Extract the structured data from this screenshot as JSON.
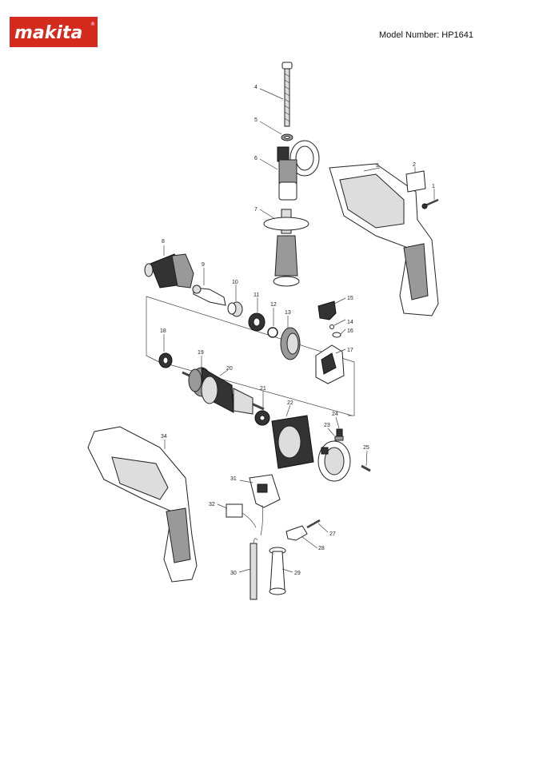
{
  "brand": {
    "name": "makita",
    "color": "#d52b1e"
  },
  "header": {
    "model_number": "Model Number: HP1641"
  },
  "parts": [
    {
      "label": "1"
    },
    {
      "label": "2"
    },
    {
      "label": "3"
    },
    {
      "label": "4"
    },
    {
      "label": "5"
    },
    {
      "label": "6"
    },
    {
      "label": "7"
    },
    {
      "label": "8"
    },
    {
      "label": "9"
    },
    {
      "label": "10"
    },
    {
      "label": "11"
    },
    {
      "label": "12"
    },
    {
      "label": "13"
    },
    {
      "label": "14"
    },
    {
      "label": "15"
    },
    {
      "label": "16"
    },
    {
      "label": "17"
    },
    {
      "label": "18"
    },
    {
      "label": "19"
    },
    {
      "label": "20"
    },
    {
      "label": "21"
    },
    {
      "label": "22"
    },
    {
      "label": "23"
    },
    {
      "label": "24"
    },
    {
      "label": "25"
    },
    {
      "label": "27"
    },
    {
      "label": "28"
    },
    {
      "label": "29"
    },
    {
      "label": "30"
    },
    {
      "label": "31"
    },
    {
      "label": "32"
    },
    {
      "label": "34"
    }
  ]
}
